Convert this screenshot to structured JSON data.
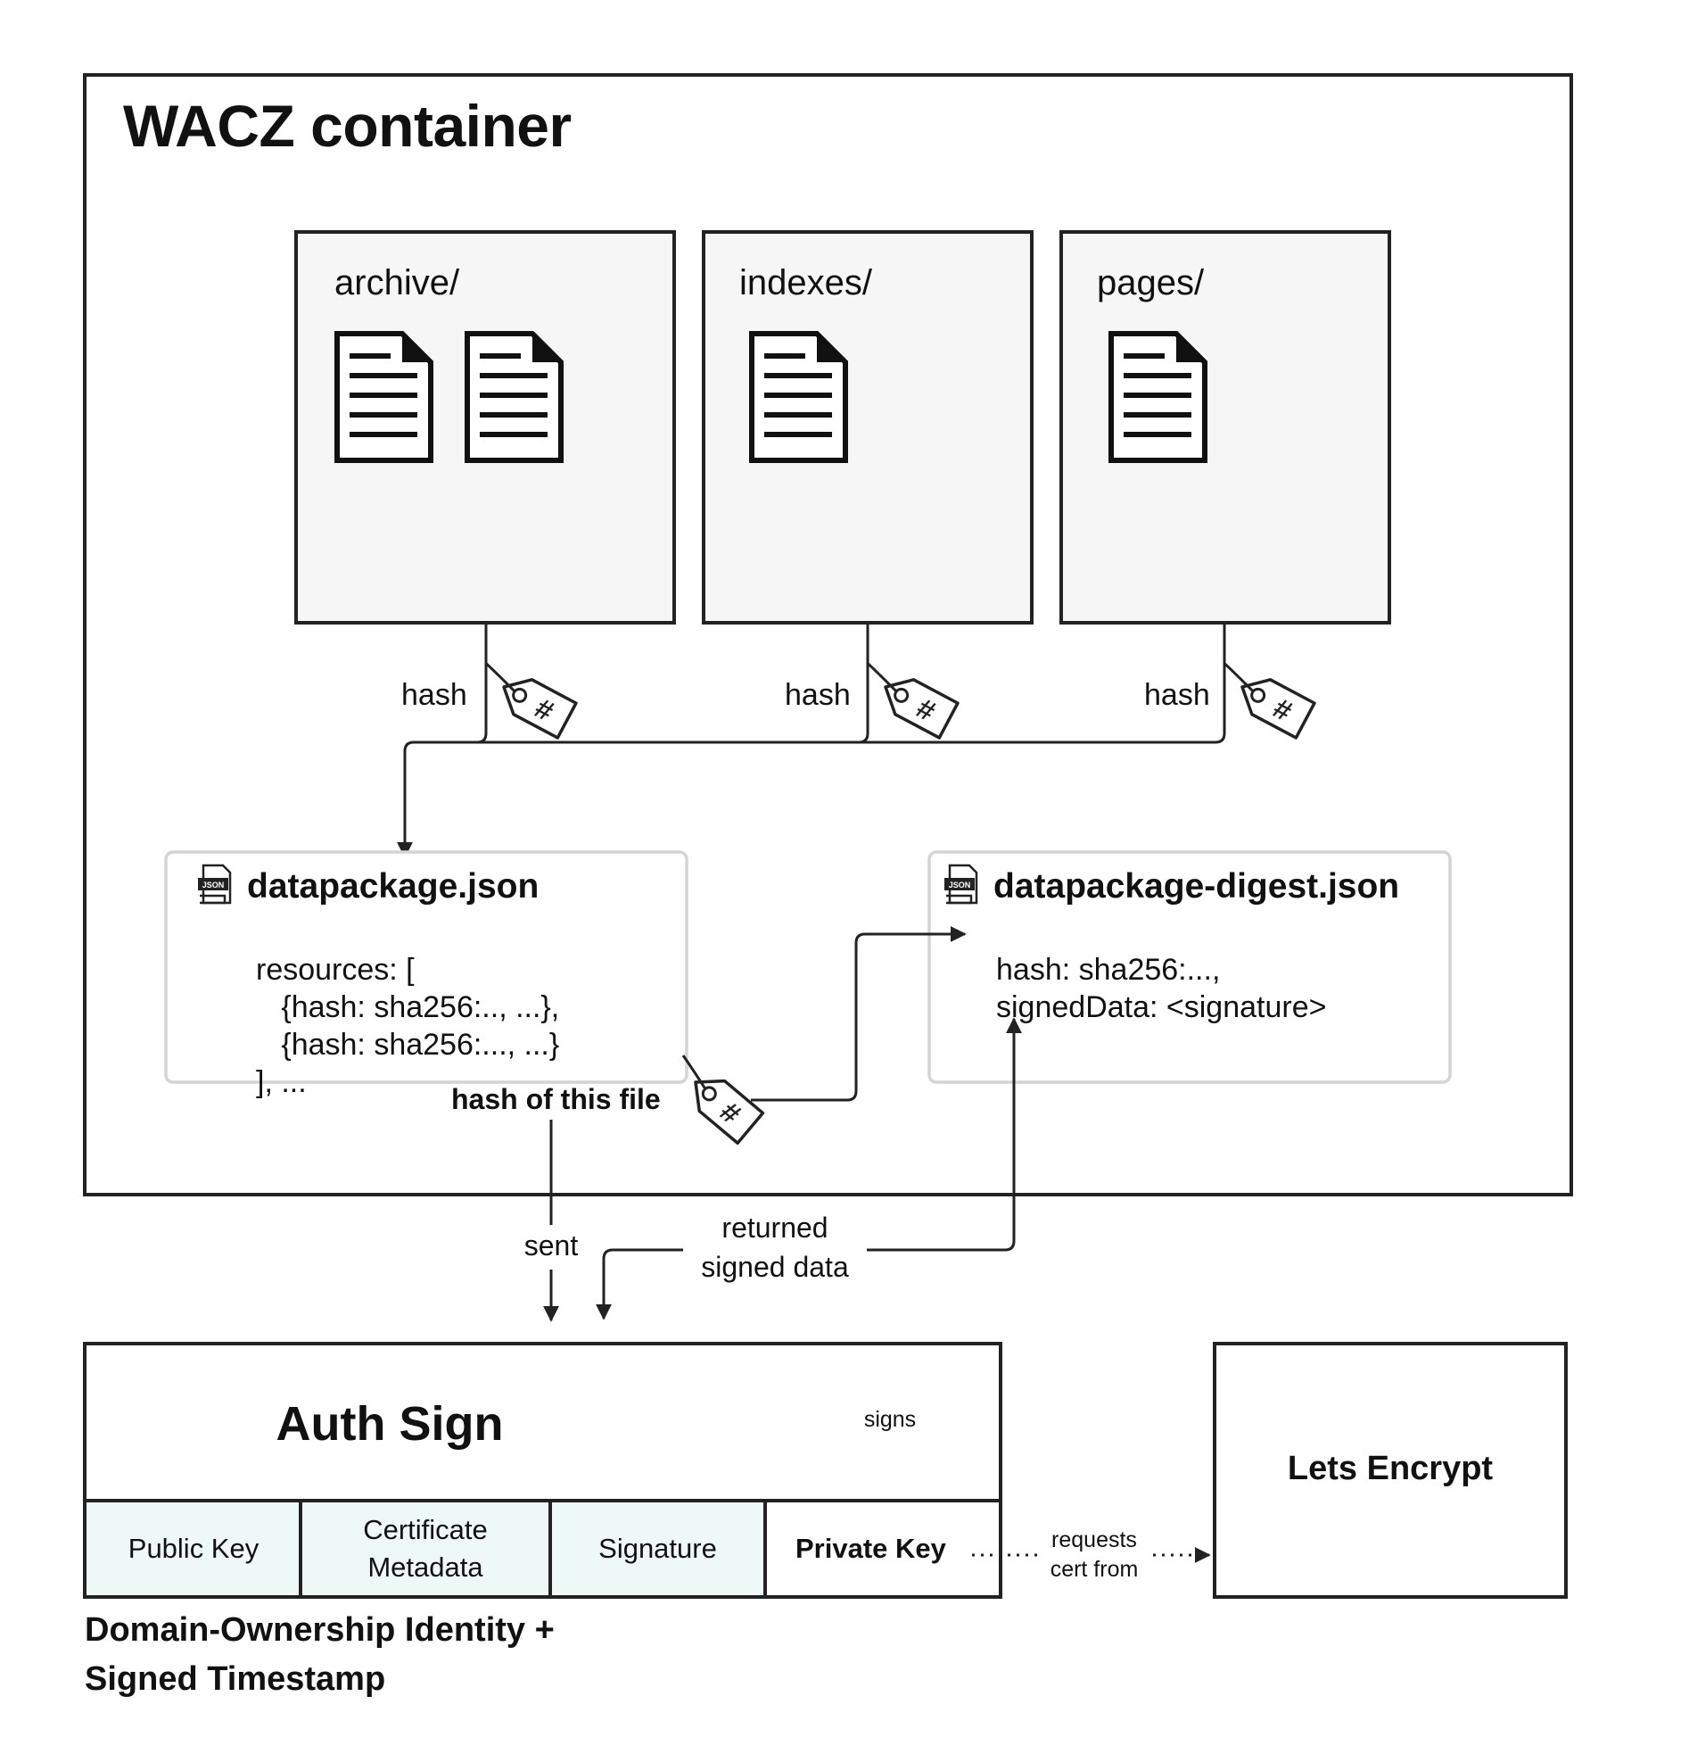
{
  "container": {
    "title": "WACZ container"
  },
  "folders": [
    {
      "label": "archive/",
      "file_count": 2
    },
    {
      "label": "indexes/",
      "file_count": 1
    },
    {
      "label": "pages/",
      "file_count": 1
    }
  ],
  "hash_label": "hash",
  "datapackage": {
    "name": "datapackage.json",
    "lines": [
      "resources: [",
      "   {hash: sha256:.., ...},",
      "   {hash: sha256:..., ...}",
      "], ..."
    ],
    "hash_label": "hash of this file"
  },
  "digest": {
    "name": "datapackage-digest.json",
    "lines": [
      "hash: sha256:...,",
      "signedData: <signature>"
    ]
  },
  "flow": {
    "sent": "sent",
    "returned": "returned\nsigned data",
    "signs": "signs",
    "requests": "requests\ncert from"
  },
  "auth_sign": {
    "title": "Auth Sign",
    "cells": [
      "Public Key",
      "Certificate\nMetadata",
      "Signature",
      "Private Key"
    ]
  },
  "lets_encrypt": {
    "title": "Lets Encrypt"
  },
  "footer": "Domain-Ownership Identity +\nSigned Timestamp",
  "colors": {
    "cell_fill": "#eef8f6",
    "folder_fill": "#f6f6f6",
    "json_border": "#d4d4d4",
    "stroke": "#222222"
  }
}
